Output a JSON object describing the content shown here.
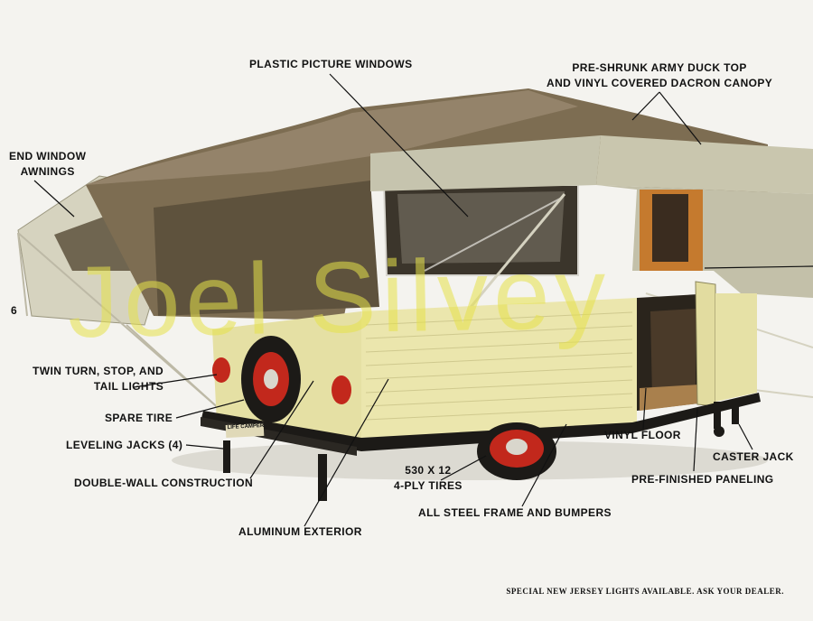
{
  "page_number": "6",
  "labels": {
    "plastic_picture_windows": "PLASTIC PICTURE WINDOWS",
    "top_line1": "PRE-SHRUNK ARMY DUCK TOP",
    "top_line2": "AND VINYL COVERED DACRON CANOPY",
    "end_window_line1": "END WINDOW",
    "end_window_line2": "AWNINGS",
    "lights_line1": "TWIN TURN, STOP, AND",
    "lights_line2": "TAIL LIGHTS",
    "spare_tire": "SPARE TIRE",
    "leveling_jacks": "LEVELING JACKS (4)",
    "double_wall": "DOUBLE-WALL CONSTRUCTION",
    "aluminum_exterior": "ALUMINUM EXTERIOR",
    "tires_line1": "530 X 12",
    "tires_line2": "4-PLY TIRES",
    "frame": "ALL STEEL FRAME AND BUMPERS",
    "vinyl_floor": "VINYL FLOOR",
    "caster_jack": "CASTER JACK",
    "paneling": "PRE-FINISHED PANELING"
  },
  "badge_text": "LIFE CAMPER",
  "watermark": "Joel Silvey",
  "footnote": "SPECIAL NEW JERSEY LIGHTS AVAILABLE.  ASK YOUR DEALER.",
  "colors": {
    "canvas_dark": "#7a6a4f",
    "canvas_light": "#c9c6ae",
    "body_yellow": "#e8e3a4",
    "wheel_red": "#c2281c",
    "frame_black": "#1c1a17",
    "watermark": "#e6e24a"
  }
}
